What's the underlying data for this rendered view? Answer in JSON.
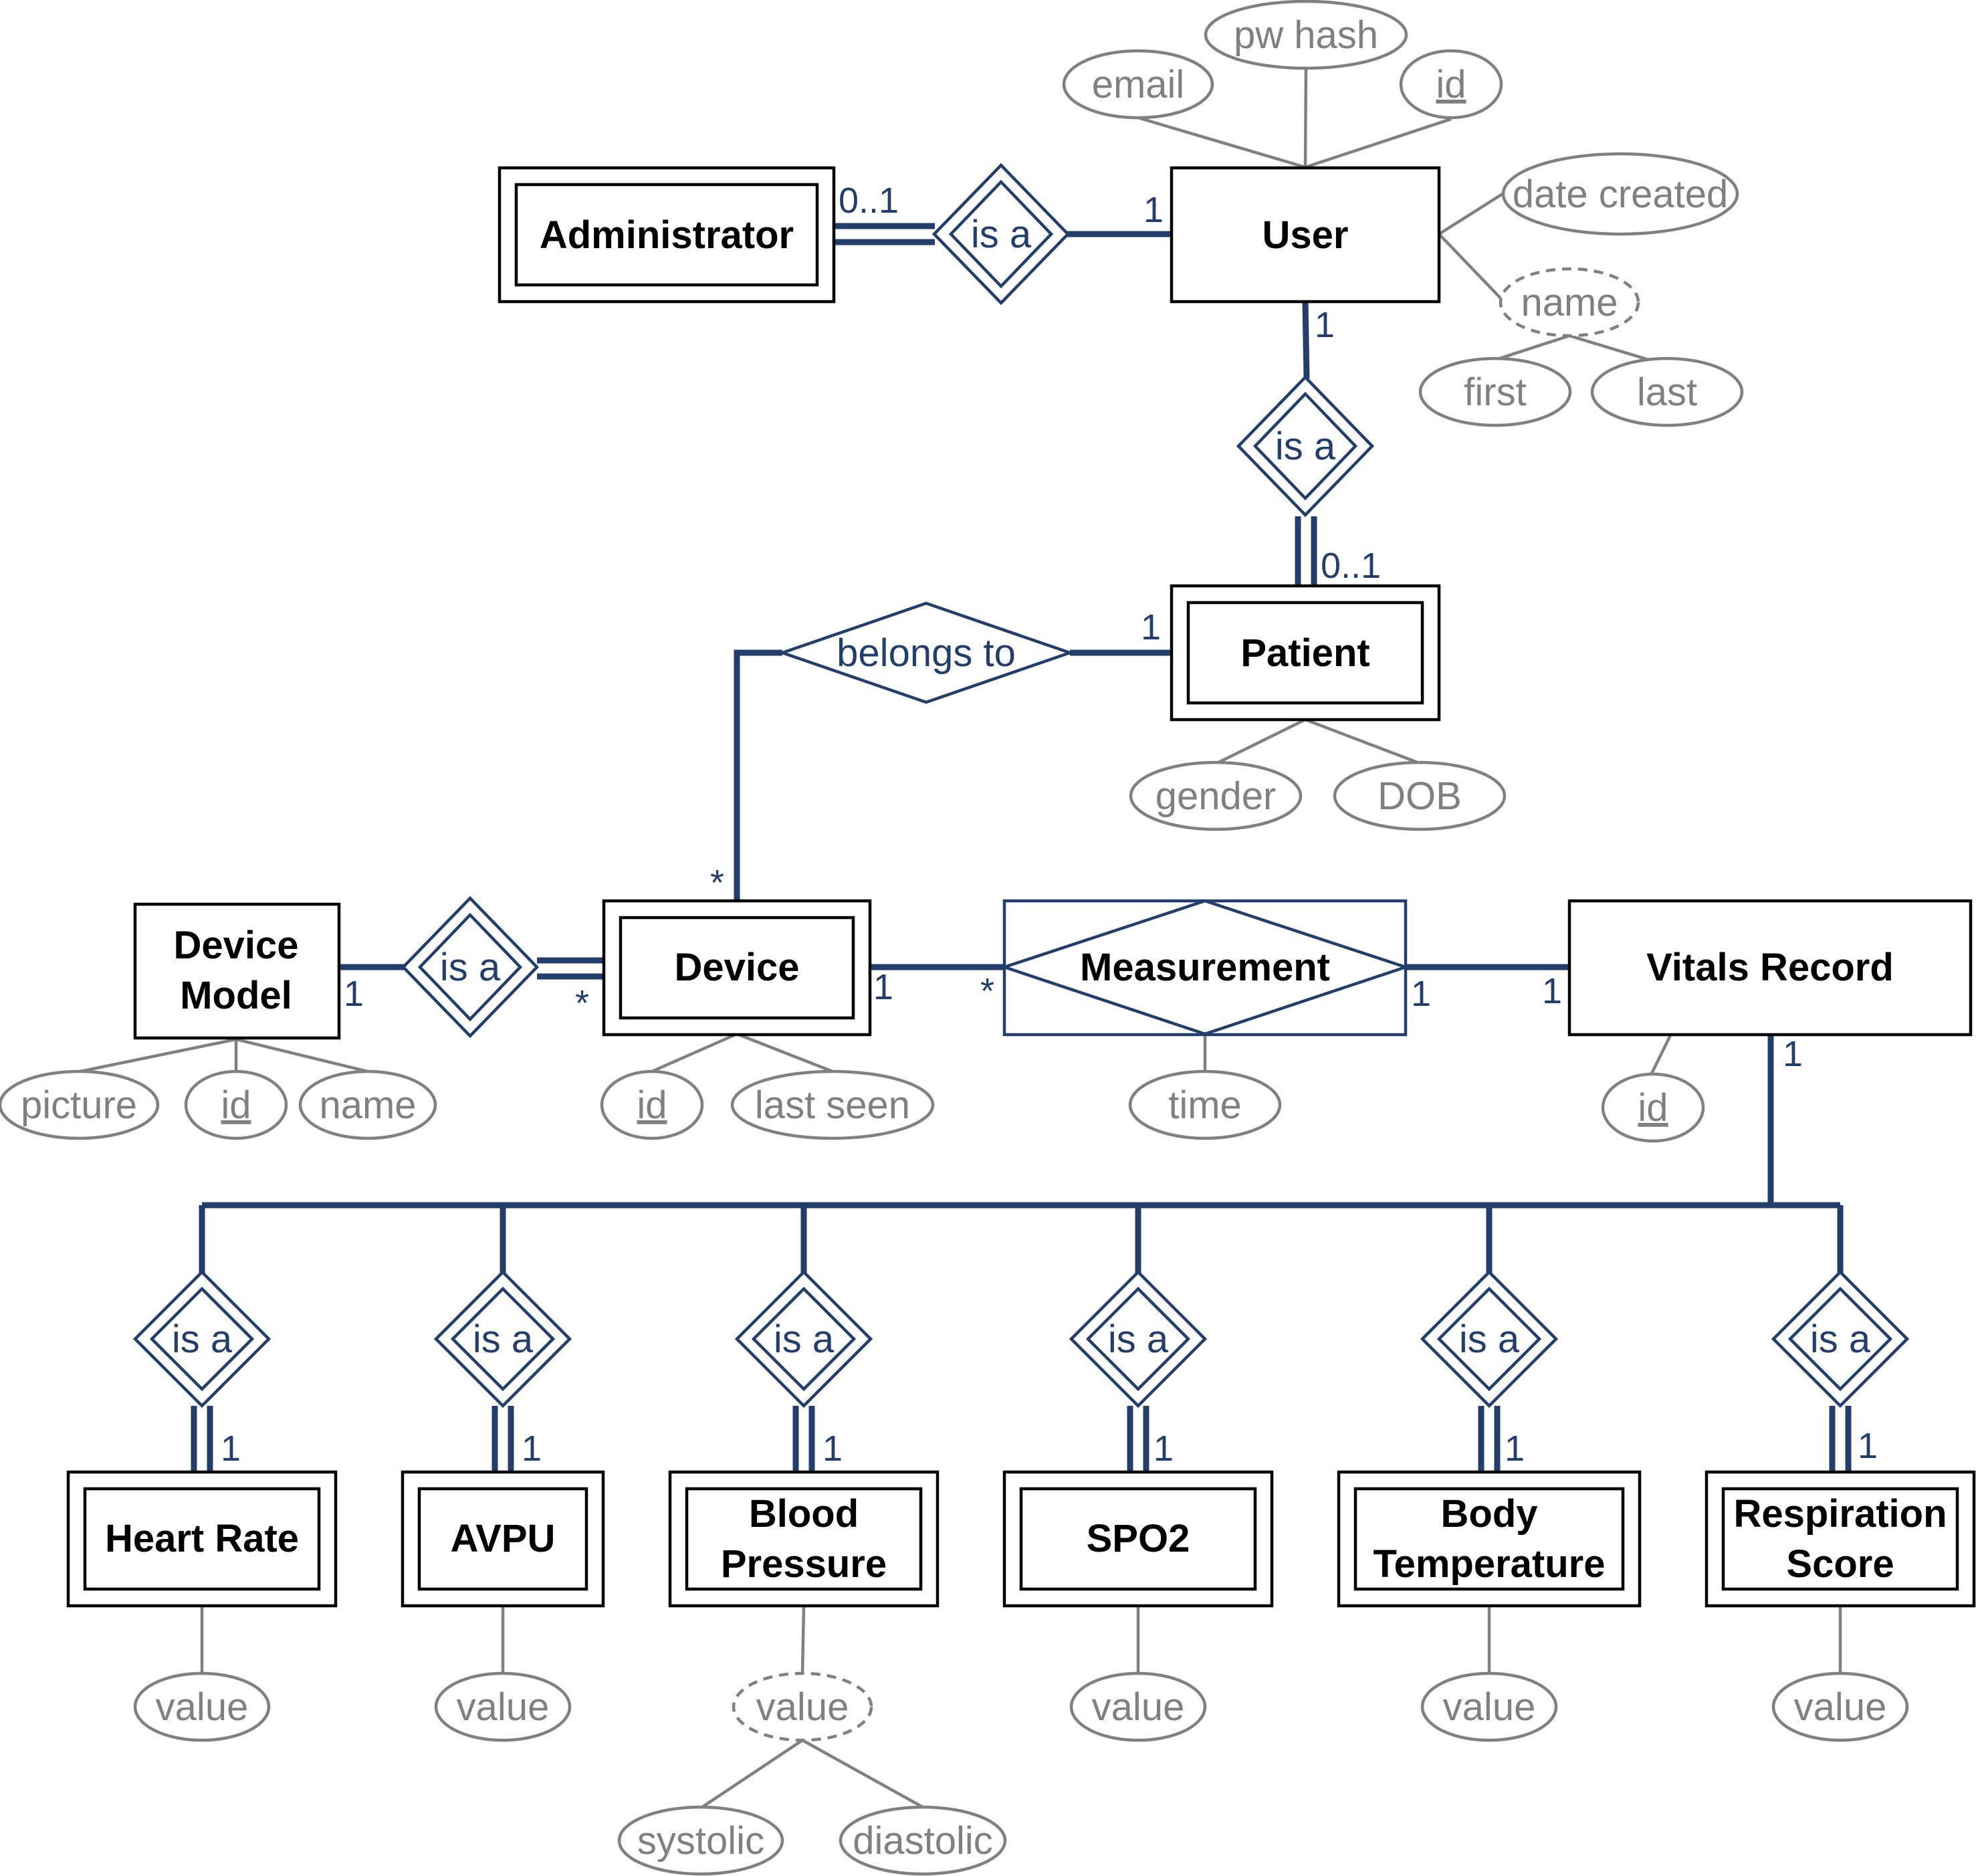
{
  "colors": {
    "relationship": "#243e6b",
    "attribute": "#808080",
    "entity": "#000000"
  },
  "entities": {
    "administrator": "Administrator",
    "user": "User",
    "patient": "Patient",
    "device_model": [
      "Device",
      "Model"
    ],
    "device": "Device",
    "vitals_record": "Vitals Record",
    "heart_rate": "Heart Rate",
    "avpu": "AVPU",
    "blood_pressure": [
      "Blood",
      "Pressure"
    ],
    "spo2": "SPO2",
    "body_temperature": [
      "Body",
      "Temperature"
    ],
    "respiration_score": [
      "Respiration",
      "Score"
    ]
  },
  "relationships": {
    "is_a": "is a",
    "belongs_to": "belongs to",
    "measurement": "Measurement"
  },
  "attributes": {
    "user": {
      "email": "email",
      "pw_hash": "pw hash",
      "id": "id",
      "date_created": "date created",
      "name": "name",
      "first": "first",
      "last": "last"
    },
    "patient": {
      "gender": "gender",
      "dob": "DOB"
    },
    "device_model": {
      "picture": "picture",
      "id": "id",
      "name": "name"
    },
    "device": {
      "id": "id",
      "last_seen": "last seen"
    },
    "measurement": {
      "time": "time"
    },
    "vitals_record": {
      "id": "id"
    },
    "value": "value",
    "systolic": "systolic",
    "diastolic": "diastolic"
  },
  "cardinalities": {
    "admin_side": "0..1",
    "user_admin_side": "1",
    "user_patient_side": "1",
    "patient_side": "0..1",
    "patient_belongs": "1",
    "device_belongs": "*",
    "device_model_side": "1",
    "device_isa_side": "*",
    "device_measure_side": "1",
    "measure_device_side": "*",
    "measure_vitals_side": "1",
    "vitals_measure_side": "1",
    "vitals_tree": "1",
    "subtype": "1"
  }
}
